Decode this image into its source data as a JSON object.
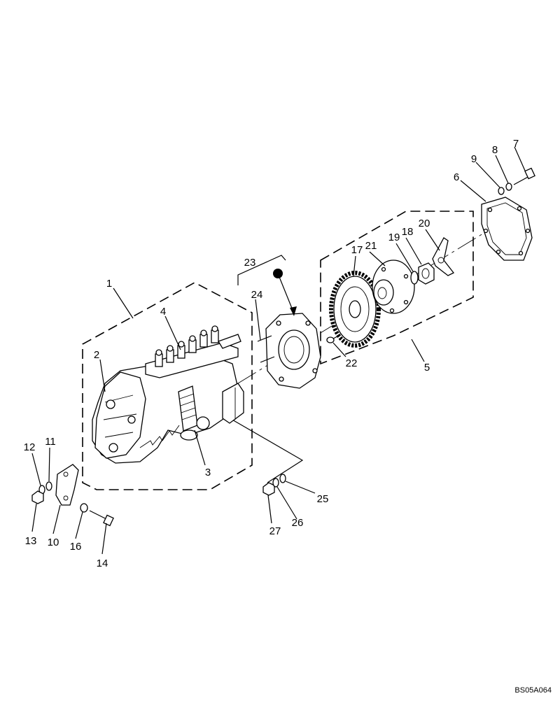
{
  "diagram": {
    "callouts": [
      {
        "id": "c1",
        "label": "1"
      },
      {
        "id": "c2",
        "label": "2"
      },
      {
        "id": "c3",
        "label": "3"
      },
      {
        "id": "c4",
        "label": "4"
      },
      {
        "id": "c5",
        "label": "5"
      },
      {
        "id": "c6",
        "label": "6"
      },
      {
        "id": "c7",
        "label": "7"
      },
      {
        "id": "c8",
        "label": "8"
      },
      {
        "id": "c9",
        "label": "9"
      },
      {
        "id": "c10",
        "label": "10"
      },
      {
        "id": "c11",
        "label": "11"
      },
      {
        "id": "c12",
        "label": "12"
      },
      {
        "id": "c13",
        "label": "13"
      },
      {
        "id": "c14",
        "label": "14"
      },
      {
        "id": "c16",
        "label": "16"
      },
      {
        "id": "c17",
        "label": "17"
      },
      {
        "id": "c18",
        "label": "18"
      },
      {
        "id": "c19",
        "label": "19"
      },
      {
        "id": "c20",
        "label": "20"
      },
      {
        "id": "c21",
        "label": "21"
      },
      {
        "id": "c22",
        "label": "22"
      },
      {
        "id": "c23",
        "label": "23"
      },
      {
        "id": "c24",
        "label": "24"
      },
      {
        "id": "c25",
        "label": "25"
      },
      {
        "id": "c26",
        "label": "26"
      },
      {
        "id": "c27",
        "label": "27"
      }
    ],
    "reference_code": "BS05A064"
  }
}
